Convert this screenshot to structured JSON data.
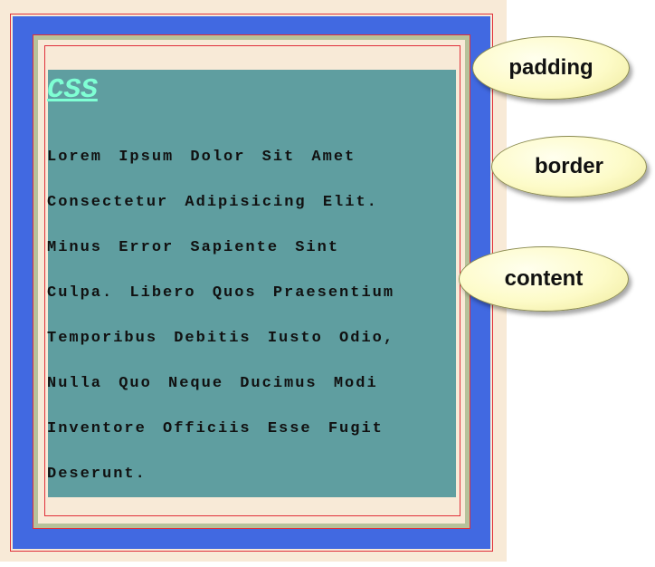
{
  "content": {
    "title": "CSS",
    "lines": [
      "Lorem Ipsum Dolor Sit Amet",
      "Consectetur Adipisicing Elit.",
      "Minus Error Sapiente Sint",
      "Culpa. Libero Quos Praesentium",
      "Temporibus Debitis Iusto Odio,",
      "Nulla Quo Neque Ducimus Modi",
      "Inventore Officiis Esse Fugit",
      "Deserunt."
    ]
  },
  "callouts": {
    "padding": "padding",
    "border": "border",
    "content": "content"
  },
  "colors": {
    "margin": "#f8ead7",
    "border": "#4169e1",
    "padding": "#f8ead7",
    "content": "#5f9ea0",
    "title": "#7fffd4",
    "outline": "#e0303a",
    "callout_fill": "#fdfbc8"
  }
}
